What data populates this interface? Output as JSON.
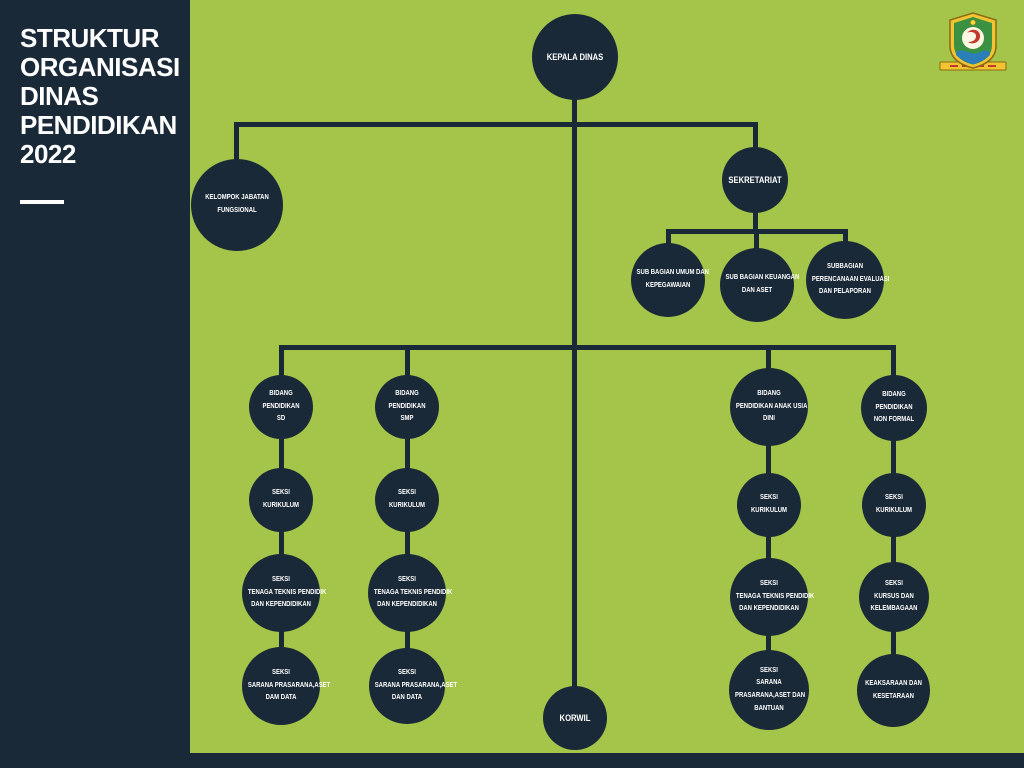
{
  "title": {
    "lines": [
      "STRUKTUR",
      "ORGANISASI",
      "DINAS",
      "PENDIDIKAN",
      "2022"
    ]
  },
  "logo": {
    "name": "regency-crest"
  },
  "colors": {
    "background": "#a5c54a",
    "navy": "#1a2938",
    "text": "#ffffff",
    "crest_gold": "#f2c431",
    "crest_green": "#3a9142",
    "crest_red": "#c0392b"
  },
  "nodes": {
    "kepala_dinas": [
      "KEPALA DINAS"
    ],
    "kelompok_jabatan_fungsional": [
      "KELOMPOK JABATAN",
      "FUNGSIONAL"
    ],
    "sekretariat": [
      "SEKRETARIAT"
    ],
    "sub_bagian_umum": [
      "SUB BAGIAN UMUM DAN",
      "KEPEGAWAIAN"
    ],
    "sub_bagian_keuangan": [
      "SUB BAGIAN KEUANGAN",
      "DAN ASET"
    ],
    "subbagian_perencanaan": [
      "SUBBAGIAN",
      "PERENCANAAN EVALUASI",
      "DAN PELAPORAN"
    ],
    "bidang_sd": [
      "BIDANG",
      "PENDIDIKAN",
      "SD"
    ],
    "bidang_smp": [
      "BIDANG",
      "PENDIDIKAN",
      "SMP"
    ],
    "bidang_paud": [
      "BIDANG",
      "PENDIDIKAN ANAK USIA",
      "DINI"
    ],
    "bidang_non_formal": [
      "BIDANG",
      "PENDIDIKAN",
      "NON FORMAL"
    ],
    "seksi_kurikulum_sd": [
      "SEKSI",
      "KURIKULUM"
    ],
    "seksi_kurikulum_smp": [
      "SEKSI",
      "KURIKULUM"
    ],
    "seksi_kurikulum_paud": [
      "SEKSI",
      "KURIKULUM"
    ],
    "seksi_kurikulum_nf": [
      "SEKSI",
      "KURIKULUM"
    ],
    "seksi_tenaga_sd": [
      "SEKSI",
      "TENAGA TEKNIS PENDIDIK",
      "DAN KEPENDIDIKAN"
    ],
    "seksi_tenaga_smp": [
      "SEKSI",
      "TENAGA TEKNIS PENDIDIK",
      "DAN KEPENDIDIKAN"
    ],
    "seksi_tenaga_paud": [
      "SEKSI",
      "TENAGA TEKNIS PENDIDIK",
      "DAN KEPENDIDIKAN"
    ],
    "seksi_kursus_nf": [
      "SEKSI",
      "KURSUS DAN",
      "KELEMBAGAAN"
    ],
    "seksi_sarana_sd": [
      "SEKSI",
      "SARANA PRASARANA,ASET",
      "DAM DATA"
    ],
    "seksi_sarana_smp": [
      "SEKSI",
      "SARANA PRASARANA,ASET",
      "DAN DATA"
    ],
    "seksi_sarana_paud": [
      "SEKSI",
      "SARANA",
      "PRASARANA,ASET DAN",
      "BANTUAN"
    ],
    "keaksaraan_nf": [
      "KEAKSARAAN DAN",
      "KESETARAAN"
    ],
    "korwil": [
      "KORWIL"
    ]
  }
}
